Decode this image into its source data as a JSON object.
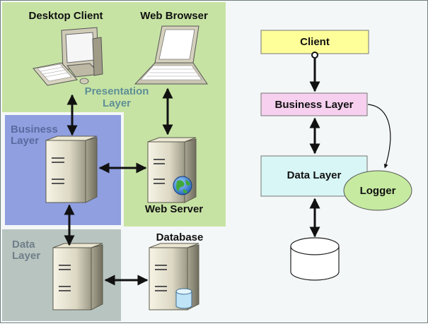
{
  "left_diagram": {
    "desktop_client_label": "Desktop Client",
    "web_browser_label": "Web Browser",
    "presentation_layer_label": [
      "Presentation",
      "Layer"
    ],
    "business_layer_label": [
      "Business",
      "Layer"
    ],
    "data_layer_label": [
      "Data",
      "Layer"
    ],
    "web_server_label": "Web Server",
    "database_label": "Database"
  },
  "right_diagram": {
    "client_label": "Client",
    "business_layer_label": "Business Layer",
    "data_layer_label": "Data Layer",
    "logger_label": "Logger"
  },
  "colors": {
    "presentation_zone": "#c7e3a4",
    "business_zone": "#8f9fe0",
    "data_zone": "#b8c4c0",
    "client_box": "#ffff99",
    "business_box": "#f6d0ee",
    "data_box": "#d8f6f6",
    "logger": "#c5eaa0"
  },
  "icons": [
    "desktop-computer-icon",
    "laptop-icon",
    "server-icon",
    "globe-icon",
    "database-cylinder-icon"
  ]
}
